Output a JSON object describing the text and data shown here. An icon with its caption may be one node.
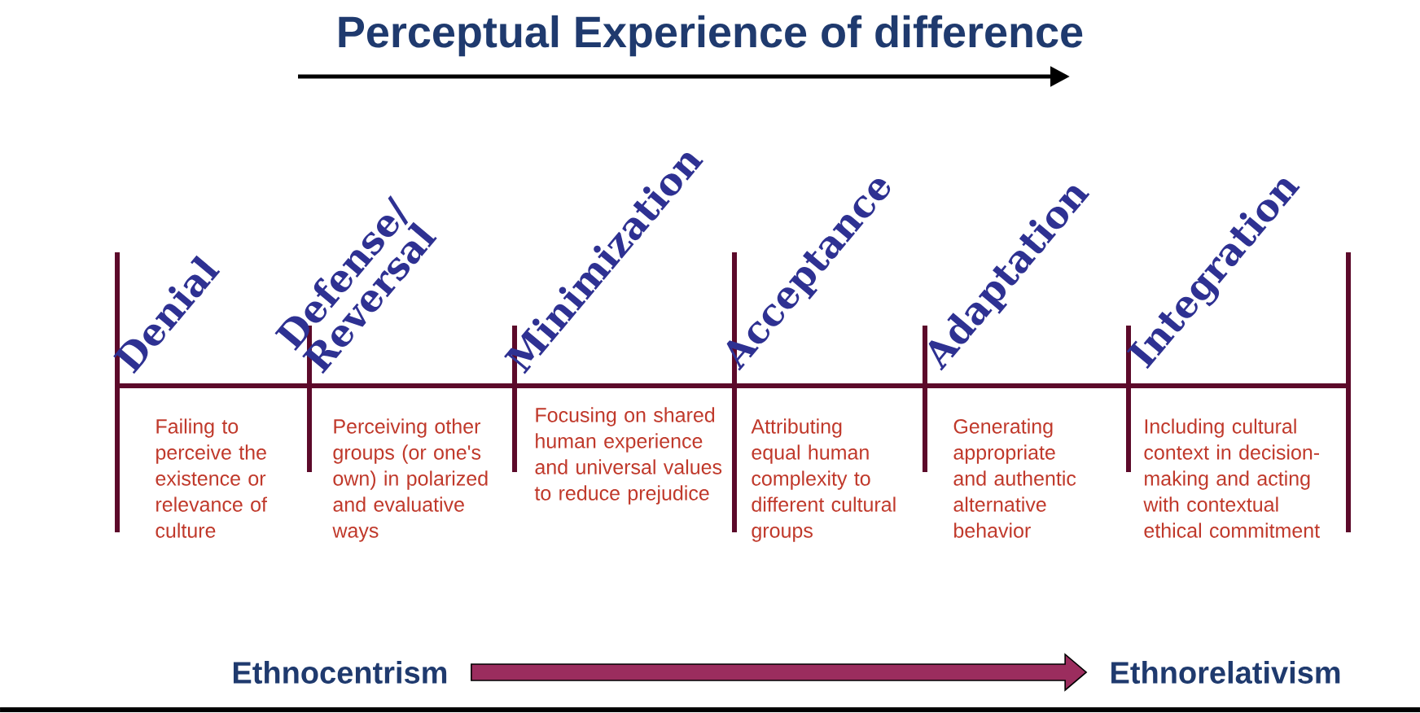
{
  "diagram": {
    "title": "Perceptual Experience of difference",
    "nodes": [
      {
        "text": [
          "Ethnocentrism"
        ]
      },
      {
        "text": [
          "Ethnorelativism"
        ]
      }
    ],
    "edges": [
      {
        "from": 0,
        "to": 1,
        "arrow": "to"
      }
    ],
    "labels": [
      "Denial",
      "Defense/ Reversal",
      "Minimization",
      "Acceptance",
      "Adaptation",
      "Integration",
      "Failing to perceive the existence or relevance of culture",
      "Perceiving other groups (or one's own) in polarized and evaluative ways",
      "Focusing on shared human experience and universal values to reduce prejudice",
      "Attributing equal human complexity to different cultural groups",
      "Generating appropriate and authentic alternative behavior",
      "Including cultural context in decision-making and acting with contextual ethical commitment"
    ]
  }
}
